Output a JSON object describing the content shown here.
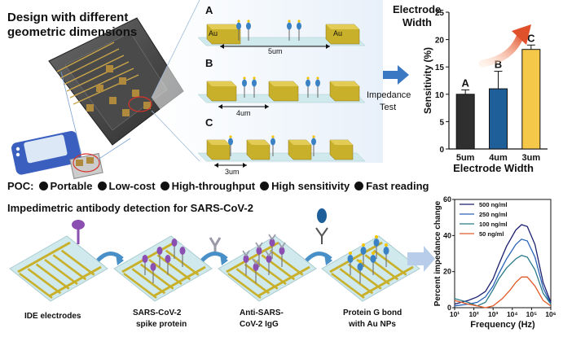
{
  "top_left": {
    "title_line1": "Design with different",
    "title_line2": "geometric dimensions"
  },
  "electrode_panels": {
    "a_label": "A",
    "b_label": "B",
    "c_label": "C",
    "au_label": "Au",
    "a_gap": "5um",
    "b_gap": "4um",
    "c_gap": "3um"
  },
  "middle": {
    "electrode_width_line1": "Electrode",
    "electrode_width_line2": "Width",
    "impedance_line1": "Impedance",
    "impedance_line2": "Test"
  },
  "poc": {
    "prefix": "POC:",
    "items": [
      "Portable",
      "Low-cost",
      "High-throughput",
      "High sensitivity",
      "Fast reading"
    ]
  },
  "section2_title": "Impedimetric antibody detection for SARS-CoV-2",
  "steps": {
    "s1": "IDE electrodes",
    "s2_line1": "SARS-CoV-2",
    "s2_line2": "spike protein",
    "s3_line1": "Anti-SARS-",
    "s3_line2": "CoV-2 IgG",
    "s4_line1": "Protein G bond",
    "s4_line2": "with Au NPs"
  },
  "colors": {
    "gold": "#c9b02a",
    "substrate": "#cfe9ec",
    "arrow_blue": "#3a78c4",
    "red_arrow": "#e0502a"
  },
  "chart_data": [
    {
      "type": "bar",
      "categories": [
        "5um",
        "4um",
        "3um"
      ],
      "values": [
        10.0,
        11.0,
        18.2
      ],
      "errors": [
        0.8,
        3.2,
        0.8
      ],
      "bar_labels": [
        "A",
        "B",
        "C"
      ],
      "bar_colors": [
        "#2f2f2f",
        "#1f5f99",
        "#f5c84a"
      ],
      "ylabel": "Sensitivity (%)",
      "xlabel": "Electrode Width",
      "ylim": [
        0,
        25
      ],
      "yticks": [
        "0",
        "5",
        "10",
        "15",
        "20",
        "25"
      ]
    },
    {
      "type": "line",
      "xlabel": "Frequency (Hz)",
      "ylabel": "Percent impedance change",
      "x_scale": "log",
      "xticks": [
        "10¹",
        "10²",
        "10³",
        "10⁴",
        "10⁵",
        "10⁶"
      ],
      "ylim": [
        0,
        60
      ],
      "yticks": [
        "0",
        "20",
        "40",
        "60"
      ],
      "legend_position": "top-left",
      "series": [
        {
          "name": "500 ng/ml",
          "color": "#1b1f6e",
          "x": [
            10,
            50,
            150,
            400,
            1000,
            2000,
            5000,
            15000,
            30000,
            60000,
            150000,
            400000,
            1000000
          ],
          "y": [
            2,
            4,
            6,
            9,
            16,
            24,
            34,
            43,
            46,
            45,
            35,
            14,
            3
          ]
        },
        {
          "name": "250 ng/ml",
          "color": "#2a63b8",
          "x": [
            10,
            50,
            150,
            400,
            1000,
            2000,
            5000,
            15000,
            30000,
            60000,
            150000,
            400000,
            1000000
          ],
          "y": [
            1,
            2,
            3,
            6,
            12,
            19,
            27,
            35,
            38,
            37,
            28,
            11,
            2
          ]
        },
        {
          "name": "100 ng/ml",
          "color": "#2a7a8a",
          "x": [
            10,
            50,
            150,
            400,
            1000,
            2000,
            5000,
            15000,
            30000,
            60000,
            150000,
            400000,
            1000000
          ],
          "y": [
            5,
            3,
            1,
            3,
            10,
            16,
            22,
            27,
            29,
            28,
            21,
            8,
            2
          ]
        },
        {
          "name": "50 ng/ml",
          "color": "#e05a2a",
          "x": [
            10,
            50,
            150,
            400,
            1000,
            3000,
            8000,
            15000,
            30000,
            60000,
            150000,
            400000,
            1000000
          ],
          "y": [
            4,
            2,
            1,
            0,
            1,
            5,
            10,
            14,
            17,
            17,
            12,
            4,
            1
          ]
        }
      ]
    }
  ]
}
